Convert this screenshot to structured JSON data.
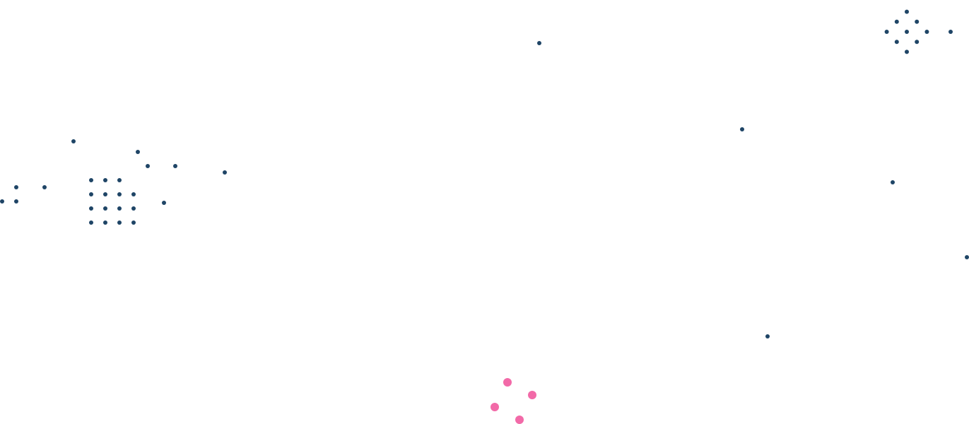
{
  "background": "#ffffff",
  "colors": {
    "primary_dot": "#1f4566",
    "accent_dot": "#f26aa8"
  },
  "decorations": [
    {
      "name": "dot-grid-left",
      "color_key": "primary_dot",
      "shape": "grid"
    },
    {
      "name": "scattered-dots-left",
      "color_key": "primary_dot",
      "shape": "scatter"
    },
    {
      "name": "dot-diamond-top-right",
      "color_key": "primary_dot",
      "shape": "diamond"
    },
    {
      "name": "scattered-dots-right",
      "color_key": "primary_dot",
      "shape": "scatter"
    },
    {
      "name": "pink-dot-cluster-bottom",
      "color_key": "accent_dot",
      "shape": "cluster"
    }
  ]
}
